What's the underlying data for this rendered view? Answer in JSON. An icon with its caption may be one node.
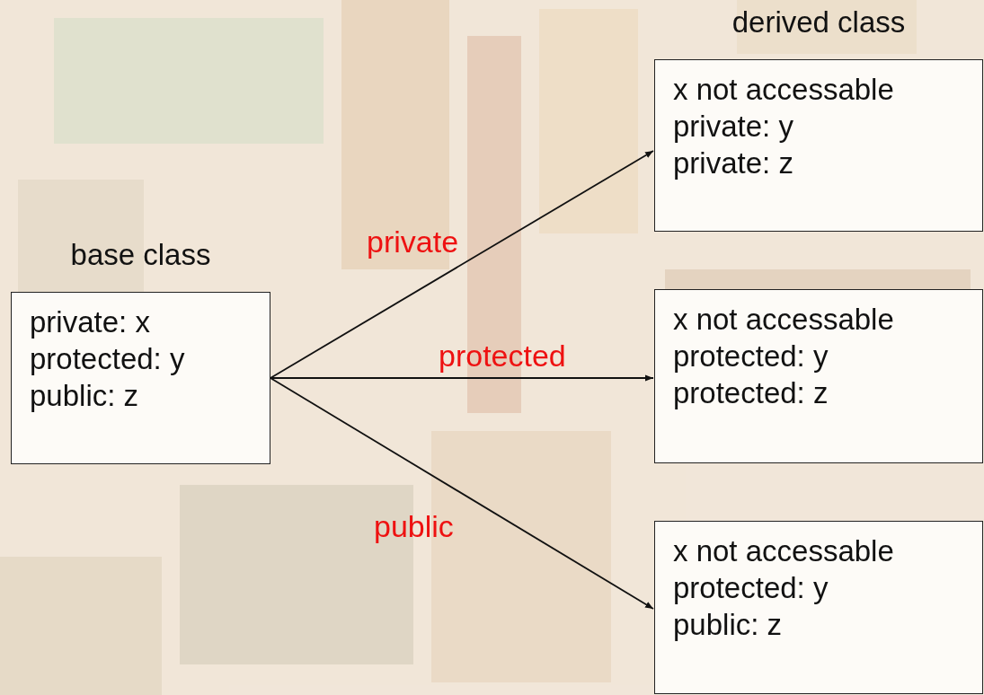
{
  "diagram": {
    "nodes": [
      {
        "text": [
          "base class",
          "private: x",
          "protected: y",
          "public: z"
        ]
      },
      {
        "text": [
          "derived class",
          "x not accessable",
          "private: y",
          "private: z"
        ]
      },
      {
        "text": [
          "x not accessable",
          "protected: y",
          "protected: z"
        ]
      },
      {
        "text": [
          "x not accessable",
          "protected: y",
          "public: z"
        ]
      }
    ],
    "edges": [
      {
        "from": 0,
        "to": 1,
        "arrow": "to",
        "label": "private"
      },
      {
        "from": 0,
        "to": 2,
        "arrow": "to",
        "label": "protected"
      },
      {
        "from": 0,
        "to": 3,
        "arrow": "to",
        "label": "public"
      }
    ]
  }
}
